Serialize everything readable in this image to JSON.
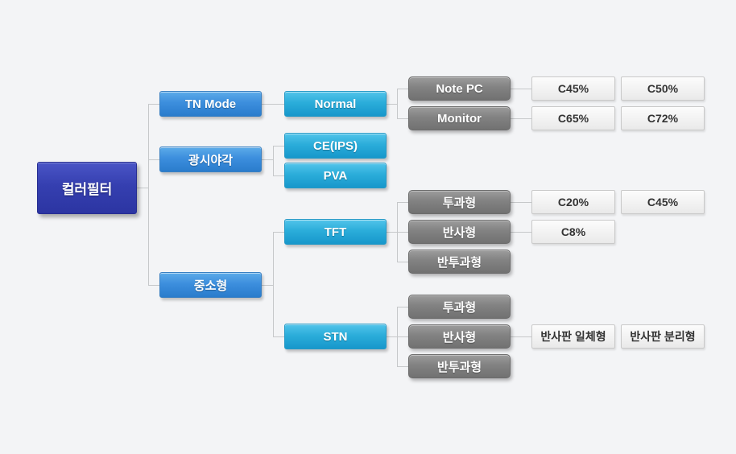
{
  "colors": {
    "background": "#f3f4f6",
    "root_blue": "#353fb0",
    "branch_blue": "#3c8edd",
    "branch_cyan": "#2badda",
    "category_gray": "#828282",
    "result_light": "#f2f2f2",
    "connector": "#c6c8ca",
    "node_text": "#ffffff",
    "result_text": "#333333"
  },
  "tree": {
    "root": {
      "label": "컬러필터"
    },
    "branches": [
      {
        "label": "TN Mode",
        "children": [
          {
            "label": "Normal",
            "children": [
              {
                "label": "Note PC",
                "results": [
                  "C45%",
                  "C50%"
                ]
              },
              {
                "label": "Monitor",
                "results": [
                  "C65%",
                  "C72%"
                ]
              }
            ]
          }
        ]
      },
      {
        "label": "광시야각",
        "children": [
          {
            "label": "CE(IPS)"
          },
          {
            "label": "PVA"
          }
        ]
      },
      {
        "label": "중소형",
        "children": [
          {
            "label": "TFT",
            "children": [
              {
                "label": "투과형",
                "results": [
                  "C20%",
                  "C45%"
                ]
              },
              {
                "label": "반사형",
                "results": [
                  "C8%"
                ]
              },
              {
                "label": "반투과형"
              }
            ]
          },
          {
            "label": "STN",
            "children": [
              {
                "label": "투과형"
              },
              {
                "label": "반사형",
                "results": [
                  "반사판 일체형",
                  "반사판 분리형"
                ]
              },
              {
                "label": "반투과형"
              }
            ]
          }
        ]
      }
    ]
  }
}
